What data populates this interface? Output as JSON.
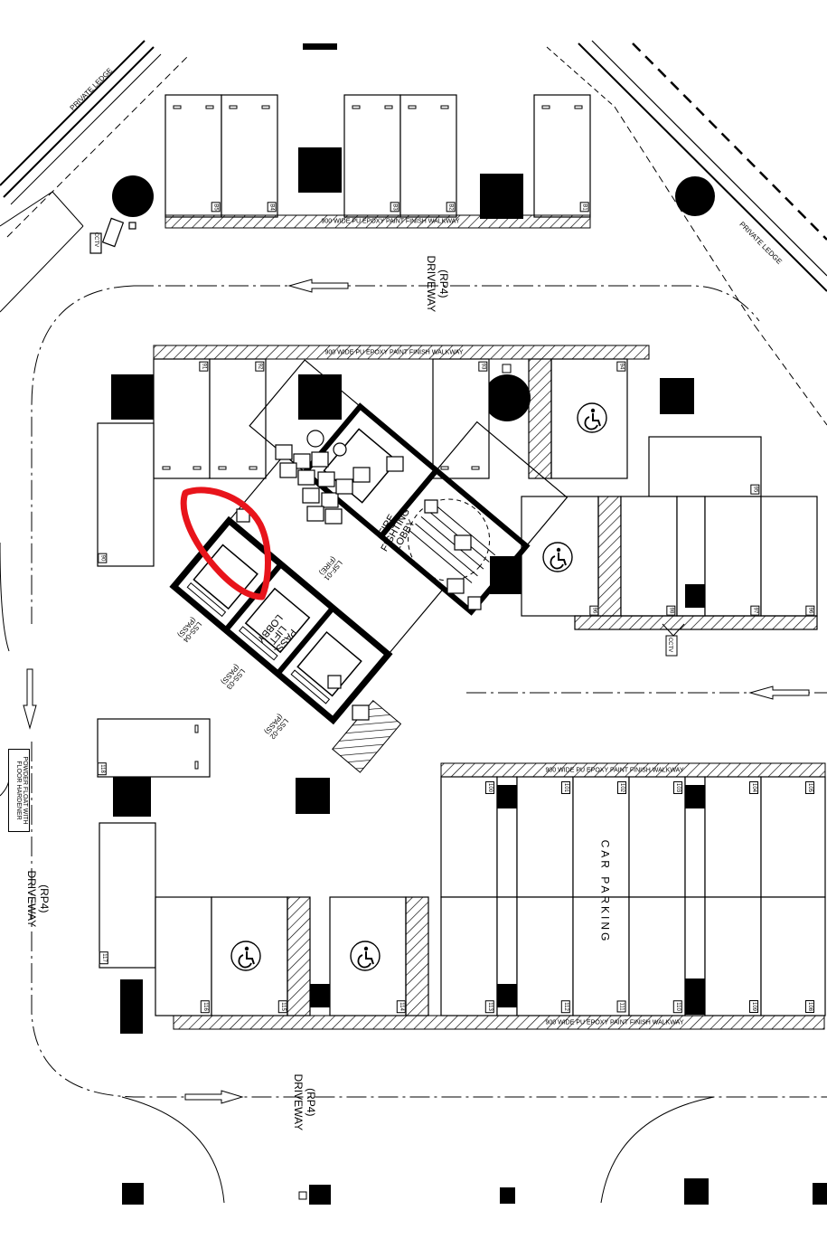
{
  "labels": {
    "walkway": "900 WIDE PU EPOXY PAINT FINISH WALKWAY",
    "walkway_alt": "900 WIDE PU EPOXY PAINT FINISH WALKWAY",
    "driveway_top": "(RP4)\nDRIVEWAY",
    "driveway_left": "(RP4)\nDRIVEWAY",
    "driveway_bottom": "(RP4)\nDRIVEWAY",
    "private_ledge_left": "PRIVATE LEDGE",
    "private_ledge_right": "PRIVATE LEDGE",
    "car_parking": "CAR PARKING",
    "pass_lift_lobby": "PASS.\nLIFT\nLOBBY",
    "fire_fighting_lobby": "FIRE\nFIGHTING\nLOBBY",
    "powder_float": "POWDER FLOAT WITH\nFLOOR HARDENER",
    "cctv": "CCTV",
    "lifts": [
      "LSS-04\n(PASS)",
      "LSS-03\n(PASS)",
      "LSS-02\n(PASS)",
      "LSF-01\n(FIRE)"
    ]
  },
  "bays": {
    "top_row": [
      "B5",
      "B4",
      "B3",
      "B2",
      "B1"
    ],
    "second_row": [
      "91",
      "92",
      "93",
      "94"
    ],
    "right_block": [
      "95",
      "96",
      "98",
      "97",
      "96"
    ],
    "left_column": [
      "90",
      "118",
      "117"
    ],
    "lower_left": [
      "116",
      "115",
      "114"
    ],
    "car_parking_top": [
      "100",
      "101",
      "102",
      "103",
      "104",
      "105"
    ],
    "car_parking_bottom": [
      "113",
      "112",
      "111",
      "110",
      "109",
      "108"
    ]
  },
  "colors": {
    "ink": "#000000",
    "highlight": "#e8141b",
    "background": "#ffffff"
  },
  "icons": [
    "wheelchair-icon",
    "cctv-camera-icon",
    "flow-arrow-icon"
  ]
}
